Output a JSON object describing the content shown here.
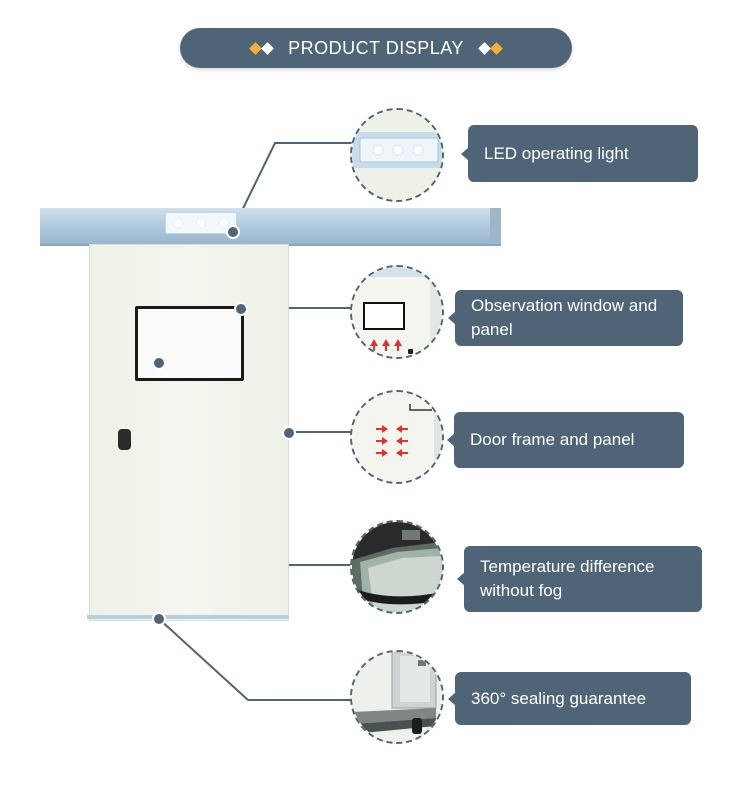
{
  "header": {
    "title": "PRODUCT DISPLAY"
  },
  "callouts": [
    {
      "label": "LED operating light"
    },
    {
      "label": "Observation window and panel"
    },
    {
      "label": "Door frame and panel"
    },
    {
      "label": "Temperature difference without fog"
    },
    {
      "label": "360° sealing guarantee"
    }
  ],
  "colors": {
    "accent": "#4f6577",
    "diamond": "#f2b233",
    "arrow": "#e0322b"
  }
}
